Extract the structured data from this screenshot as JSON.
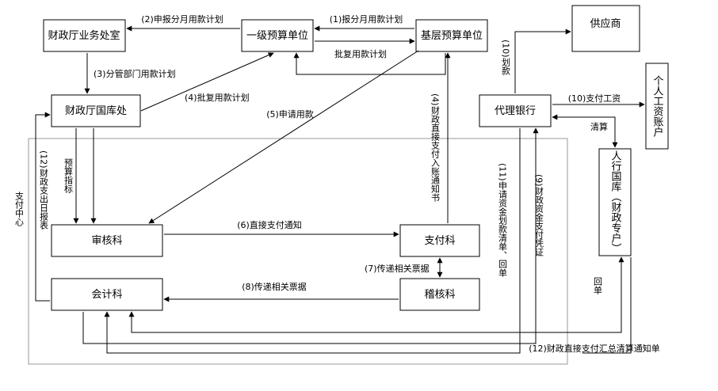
{
  "nodes": {
    "finance_business_office": "财政厅业务处室",
    "first_level_unit": "一级预算单位",
    "grassroots_unit": "基层预算单位",
    "supplier": "供应商",
    "treasury_office": "财政厅国库处",
    "agent_bank": "代理银行",
    "personal_salary_account": "个人工资账户",
    "pbc_treasury": "人行国库（财政专户）",
    "review_section": "审核科",
    "payment_section": "支付科",
    "accounting_section": "会计科",
    "audit_section": "稽核科",
    "payment_center": "支付中心"
  },
  "edges": {
    "e1": "(1)报分月用款计划",
    "e2": "(2)申报分月用款计划",
    "e3": "(3)分管部门用款计划",
    "e4": "(4)批复用款计划",
    "e_approve": "批复用款计划",
    "e5": "(5)申请用款",
    "e6": "(6)直接支付通知",
    "e7": "(7)传递相关票据",
    "e8": "(8)传递相关票据",
    "e9": "(9)财政资金支付凭证",
    "e10": "(10)支付工资",
    "e10b": "(10)划款",
    "e11": "(11)申请资金划款清单、回单",
    "e12": "(12)财政直接支付汇总清算通知单",
    "e12b": "(12)财政支出日报表",
    "e_quota": "预算指标",
    "e_notice": "(4)财政直接支付入账通知书",
    "e_clear": "清算",
    "e_receipt": "回单"
  }
}
